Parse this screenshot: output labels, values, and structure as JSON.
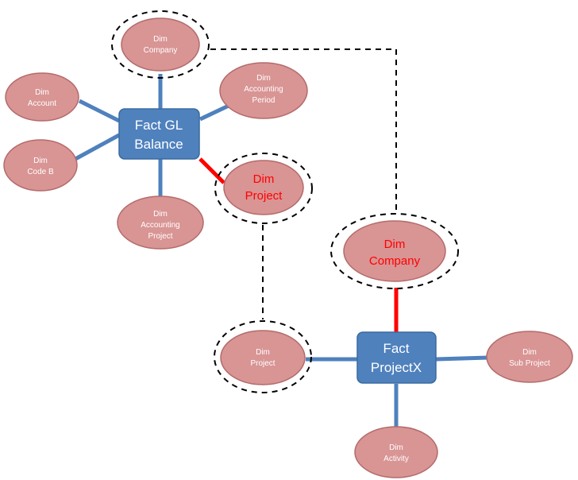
{
  "colors": {
    "fact_fill": "#4f81bd",
    "dim_fill": "#d99494",
    "link_blue": "#4f81bd",
    "link_red": "#ff0000",
    "text_dark": "#ffffff",
    "text_red": "#ff0000"
  },
  "facts": {
    "gl_balance": {
      "line1": "Fact GL",
      "line2": "Balance"
    },
    "projectx": {
      "line1": "Fact",
      "line2": "ProjectX"
    }
  },
  "dims": {
    "company_top": {
      "line1": "Dim",
      "line2": "Company"
    },
    "account": {
      "line1": "Dim",
      "line2": "Account"
    },
    "code_b": {
      "line1": "Dim",
      "line2": "Code B"
    },
    "accounting_period": {
      "line1": "Dim",
      "line2": "Accounting",
      "line3": "Period"
    },
    "accounting_project": {
      "line1": "Dim",
      "line2": "Accounting",
      "line3": "Project"
    },
    "project_red": {
      "line1": "Dim",
      "line2": "Project"
    },
    "company_red": {
      "line1": "Dim",
      "line2": "Company"
    },
    "project_bottom": {
      "line1": "Dim",
      "line2": "Project"
    },
    "sub_project": {
      "line1": "Dim",
      "line2": "Sub Project"
    },
    "activity": {
      "line1": "Dim",
      "line2": "Activity"
    }
  }
}
